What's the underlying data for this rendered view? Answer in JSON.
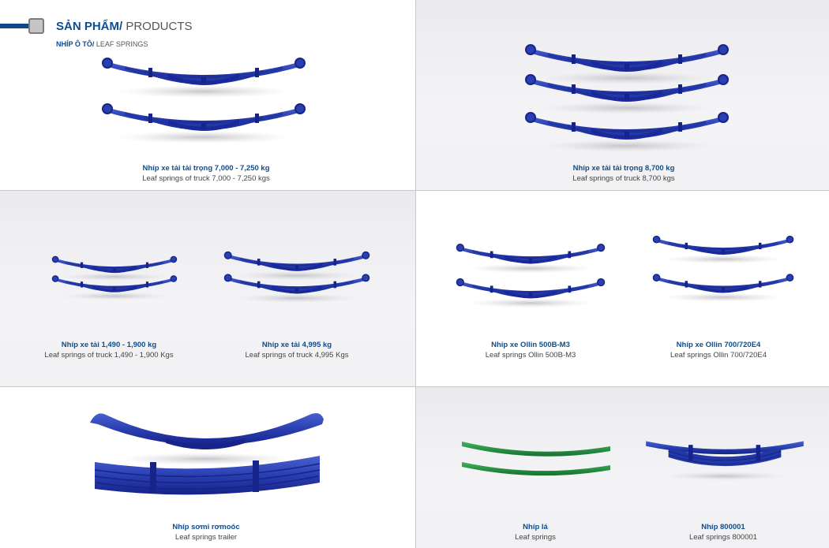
{
  "header": {
    "title_vn": "SẢN PHẨM/",
    "title_en": " PRODUCTS",
    "subtitle_vn": "NHÍP Ô TÔ/",
    "subtitle_en": " LEAF SPRINGS"
  },
  "colors": {
    "spring_blue": "#2a3fb0",
    "spring_blue_dark": "#16238a",
    "spring_green": "#1f8a3c",
    "caption_blue": "#0d4d8f"
  },
  "products": [
    {
      "id": "p1",
      "vn": "Nhíp xe tải tải trọng 7,000 - 7,250 kg",
      "en": "Leaf springs of truck 7,000 - 7,250 kgs"
    },
    {
      "id": "p2",
      "vn": "Nhíp xe tải tải trọng 8,700 kg",
      "en": "Leaf springs of truck 8,700 kgs"
    },
    {
      "id": "p3",
      "vn": "Nhíp xe tải 1,490 - 1,900 kg",
      "en": "Leaf springs of truck 1,490 - 1,900 Kgs"
    },
    {
      "id": "p4",
      "vn": "Nhíp xe tải 4,995 kg",
      "en": "Leaf springs of truck 4,995 Kgs"
    },
    {
      "id": "p5",
      "vn": "Nhíp xe Ollin 500B-M3",
      "en": "Leaf springs Ollin 500B-M3"
    },
    {
      "id": "p6",
      "vn": "Nhíp xe Ollin 700/720E4",
      "en": "Leaf springs Ollin 700/720E4"
    },
    {
      "id": "p7",
      "vn": "Nhíp sơmi rơmoóc",
      "en": "Leaf springs trailer"
    },
    {
      "id": "p8",
      "vn": "Nhíp lá",
      "en": "Leaf springs"
    },
    {
      "id": "p9",
      "vn": "Nhíp 800001",
      "en": "Leaf springs 800001"
    }
  ]
}
